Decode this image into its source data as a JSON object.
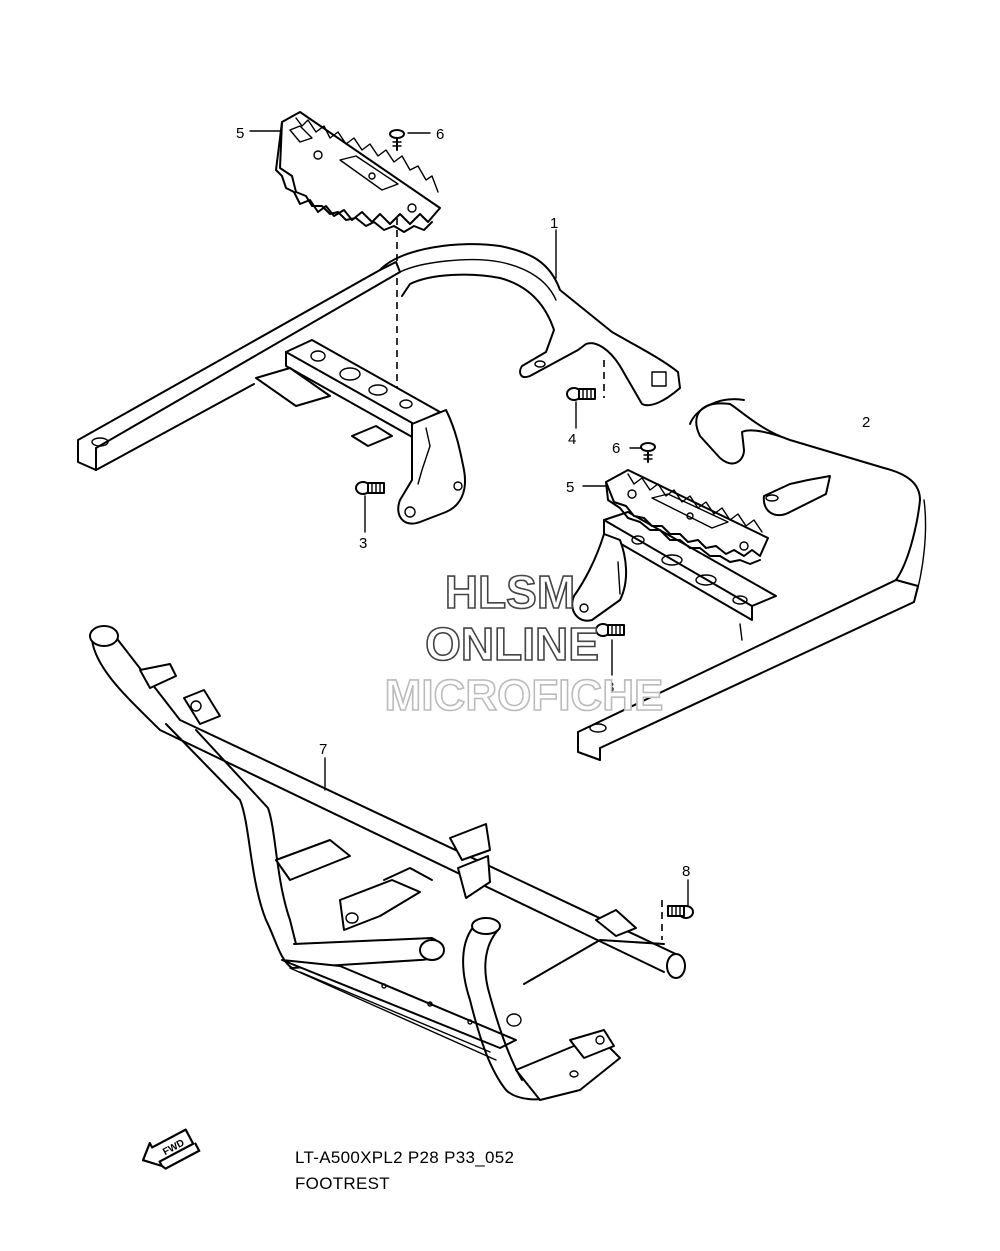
{
  "diagram": {
    "callouts": {
      "p1": "1",
      "p2": "2",
      "p3a": "3",
      "p3b": "3",
      "p4": "4",
      "p5a": "5",
      "p5b": "5",
      "p6a": "6",
      "p6b": "6",
      "p7": "7",
      "p8": "8"
    },
    "watermark": {
      "line1": "HLSM",
      "line2": "ONLINE",
      "line3": "MICROFICHE",
      "color_dark": "#444444",
      "color_light": "#bbbbbb"
    },
    "fwd_badge": {
      "label": "FWD",
      "icon": "fwd-arrow-icon"
    },
    "caption": {
      "code": "LT-A500XPL2 P28 P33_052",
      "title": "FOOTREST"
    }
  }
}
